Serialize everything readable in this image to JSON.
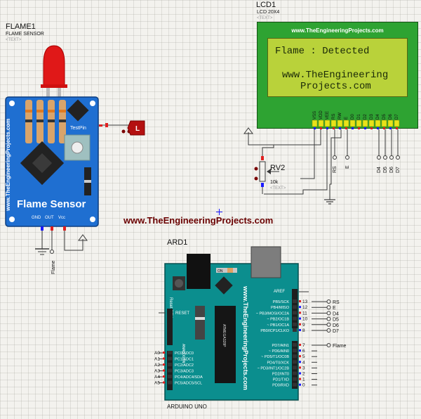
{
  "flame_sensor": {
    "ref": "FLAME1",
    "part": "FLAME SENSOR",
    "text_placeholder": "<TEXT>",
    "board_url": "www.TheEngineeringProjects.com",
    "board_title": "Flame Sensor",
    "testpin_label": "TestPin",
    "pins": [
      "GND",
      "OUT",
      "Vcc"
    ],
    "test_source_label": "L",
    "net_label": "Flame"
  },
  "lcd": {
    "ref": "LCD1",
    "part": "LCD 20X4",
    "text_placeholder": "<TEXT>",
    "header_url": "www.TheEngineeringProjects.com",
    "lines": [
      "Flame : Detected",
      "",
      "www.TheEngineering",
      "Projects.com"
    ],
    "pins": [
      "VSS",
      "VDD",
      "VEE",
      "RS",
      "RW",
      "E",
      "D0",
      "D1",
      "D2",
      "D3",
      "D4",
      "D5",
      "D6",
      "D7"
    ],
    "net_labels": [
      "RS",
      "E",
      "D4",
      "D5",
      "D6",
      "D7"
    ]
  },
  "pot": {
    "ref": "RV2",
    "value": "10k",
    "text_placeholder": "<TEXT>"
  },
  "banner": "www.TheEngineeringProjects.com",
  "arduino": {
    "ref": "ARD1",
    "part": "ARDUINO UNO",
    "board_url": "www.TheEngineeringProjects.com",
    "reset_btn_label": "Reset BTN",
    "on_label": "ON",
    "reset_label": "RESET",
    "aref_label": "AREF",
    "analog_label": "ANALOG IN",
    "chip_label": "ATMEGA328P",
    "right_pins": [
      {
        "label": "PB5/SCK",
        "num": "13",
        "net": "RS"
      },
      {
        "label": "PB4/MISO",
        "num": "12",
        "net": "E"
      },
      {
        "label": "~ PB3/MOSI/OC2A",
        "num": "11",
        "net": "D4"
      },
      {
        "label": "~ PB2/OC1B",
        "num": "10",
        "net": "D5"
      },
      {
        "label": "~ PB1/OC1A",
        "num": "9",
        "net": "D6"
      },
      {
        "label": "PB0/ICP1/CLKO",
        "num": "8",
        "net": "D7"
      },
      {
        "label": "PD7/AIN1",
        "num": "7",
        "net": "Flame"
      },
      {
        "label": "~ PD6/AIN0",
        "num": "6",
        "net": ""
      },
      {
        "label": "~ PD5/T1/OC0B",
        "num": "5",
        "net": ""
      },
      {
        "label": "PD4/T0/XCK",
        "num": "4",
        "net": ""
      },
      {
        "label": "~ PD3/INT1/OC2B",
        "num": "3",
        "net": ""
      },
      {
        "label": "PD2/INT0",
        "num": "2",
        "net": ""
      },
      {
        "label": "PD1/TXD",
        "num": "1",
        "net": ""
      },
      {
        "label": "PD0/RXD",
        "num": "0",
        "net": ""
      }
    ],
    "left_pins": [
      {
        "num": "A0",
        "label": "PC0/ADC0"
      },
      {
        "num": "A1",
        "label": "PC1/ADC1"
      },
      {
        "num": "A2",
        "label": "PC2/ADC2"
      },
      {
        "num": "A3",
        "label": "PC3/ADC3"
      },
      {
        "num": "A4",
        "label": "PC4/ADC4/SDA"
      },
      {
        "num": "A5",
        "label": "PC5/ADC5/SCL"
      }
    ]
  }
}
